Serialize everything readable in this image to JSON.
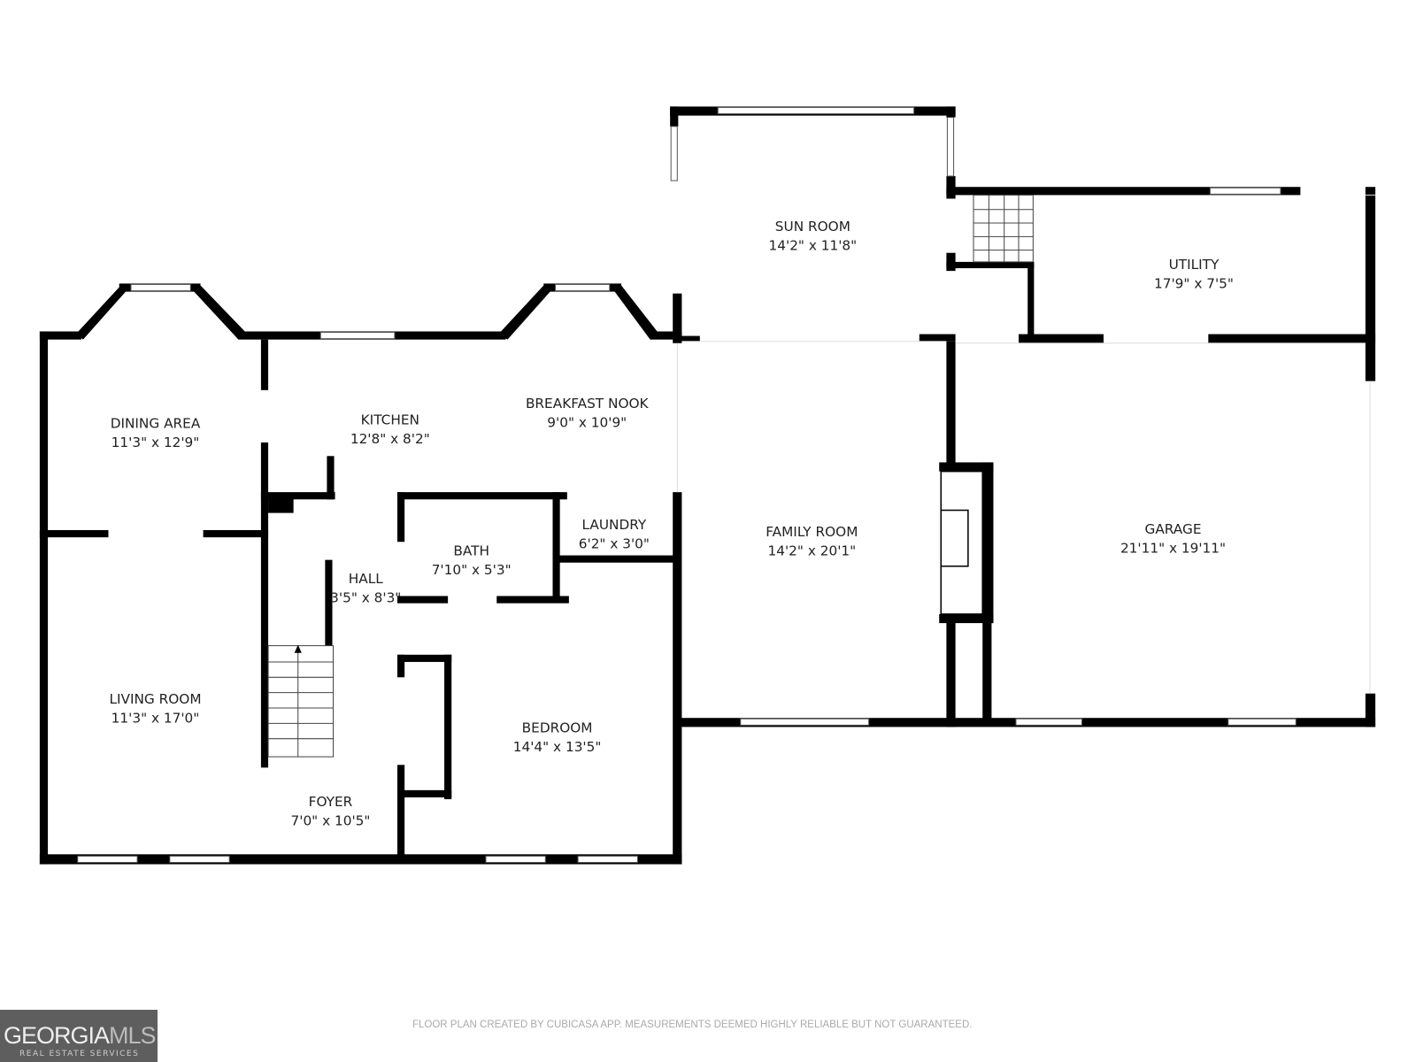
{
  "rooms": [
    {
      "name": "SUN ROOM",
      "dims": "14'2\" x 11'8\""
    },
    {
      "name": "UTILITY",
      "dims": "17'9\" x 7'5\""
    },
    {
      "name": "DINING AREA",
      "dims": "11'3\" x 12'9\""
    },
    {
      "name": "KITCHEN",
      "dims": "12'8\" x 8'2\""
    },
    {
      "name": "BREAKFAST NOOK",
      "dims": "9'0\" x 10'9\""
    },
    {
      "name": "LAUNDRY",
      "dims": "6'2\" x 3'0\""
    },
    {
      "name": "BATH",
      "dims": "7'10\" x 5'3\""
    },
    {
      "name": "HALL",
      "dims": "3'5\" x 8'3\""
    },
    {
      "name": "FAMILY ROOM",
      "dims": "14'2\" x 20'1\""
    },
    {
      "name": "GARAGE",
      "dims": "21'11\" x 19'11\""
    },
    {
      "name": "LIVING ROOM",
      "dims": "11'3\" x 17'0\""
    },
    {
      "name": "BEDROOM",
      "dims": "14'4\" x 13'5\""
    },
    {
      "name": "FOYER",
      "dims": "7'0\" x 10'5\""
    }
  ],
  "logo": {
    "brand_main": "GEORGIA",
    "brand_accent": "MLS",
    "tagline": "REAL ESTATE SERVICES"
  },
  "disclaimer": "FLOOR PLAN CREATED BY CUBICASA APP. MEASUREMENTS DEEMED HIGHLY RELIABLE BUT NOT GUARANTEED."
}
